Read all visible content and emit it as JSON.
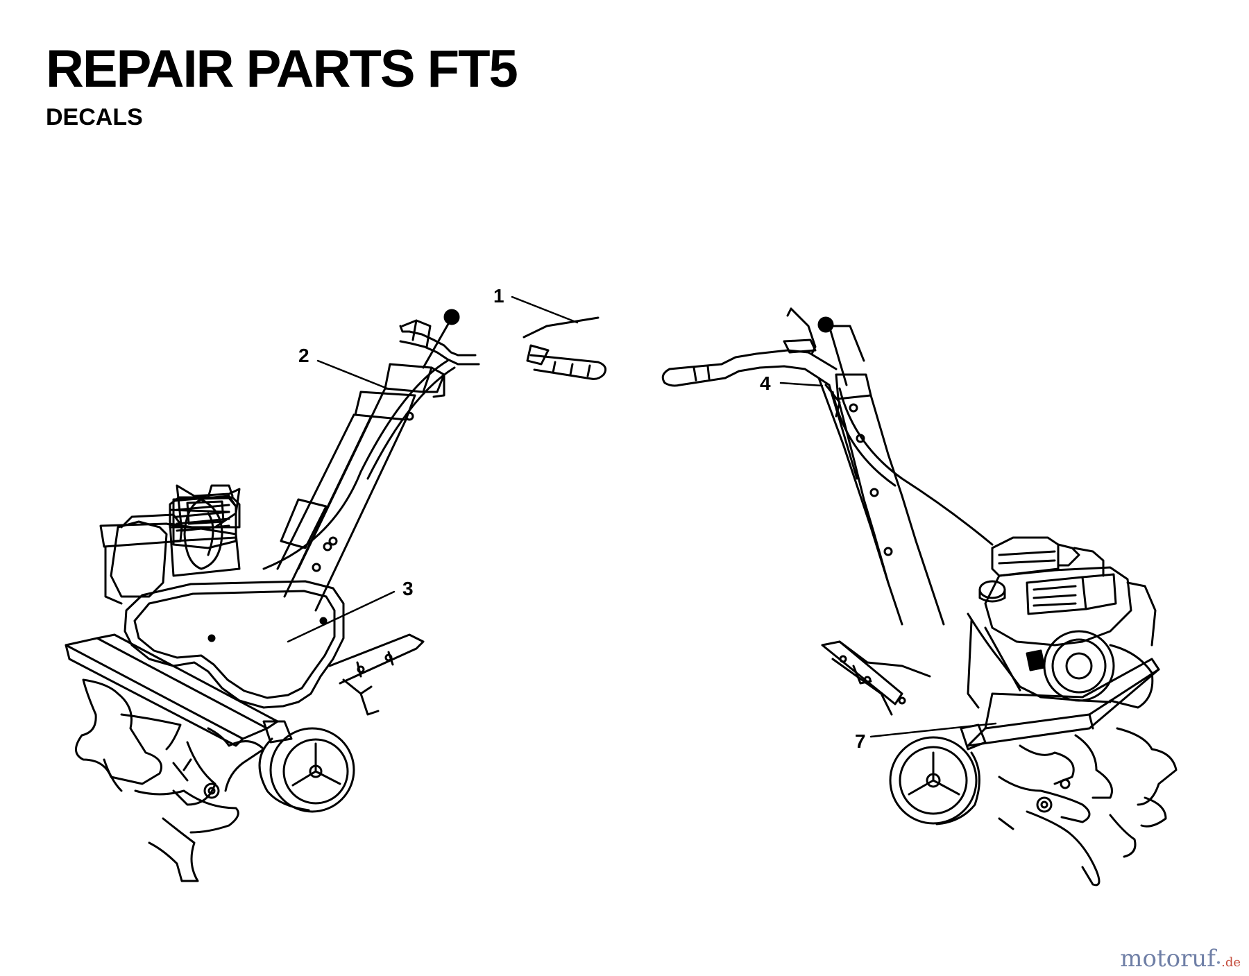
{
  "header": {
    "title": "REPAIR PARTS FT5",
    "subtitle": "DECALS"
  },
  "callouts": {
    "c1": "1",
    "c2": "2",
    "c3": "3",
    "c4": "4",
    "c7": "7"
  },
  "watermark": {
    "main": "motoruf",
    "dot": "•",
    "tld": ".de"
  },
  "colors": {
    "line": "#000000",
    "background": "#ffffff",
    "watermark_main": "#6f7fa6",
    "watermark_tld": "#c44c3c"
  }
}
